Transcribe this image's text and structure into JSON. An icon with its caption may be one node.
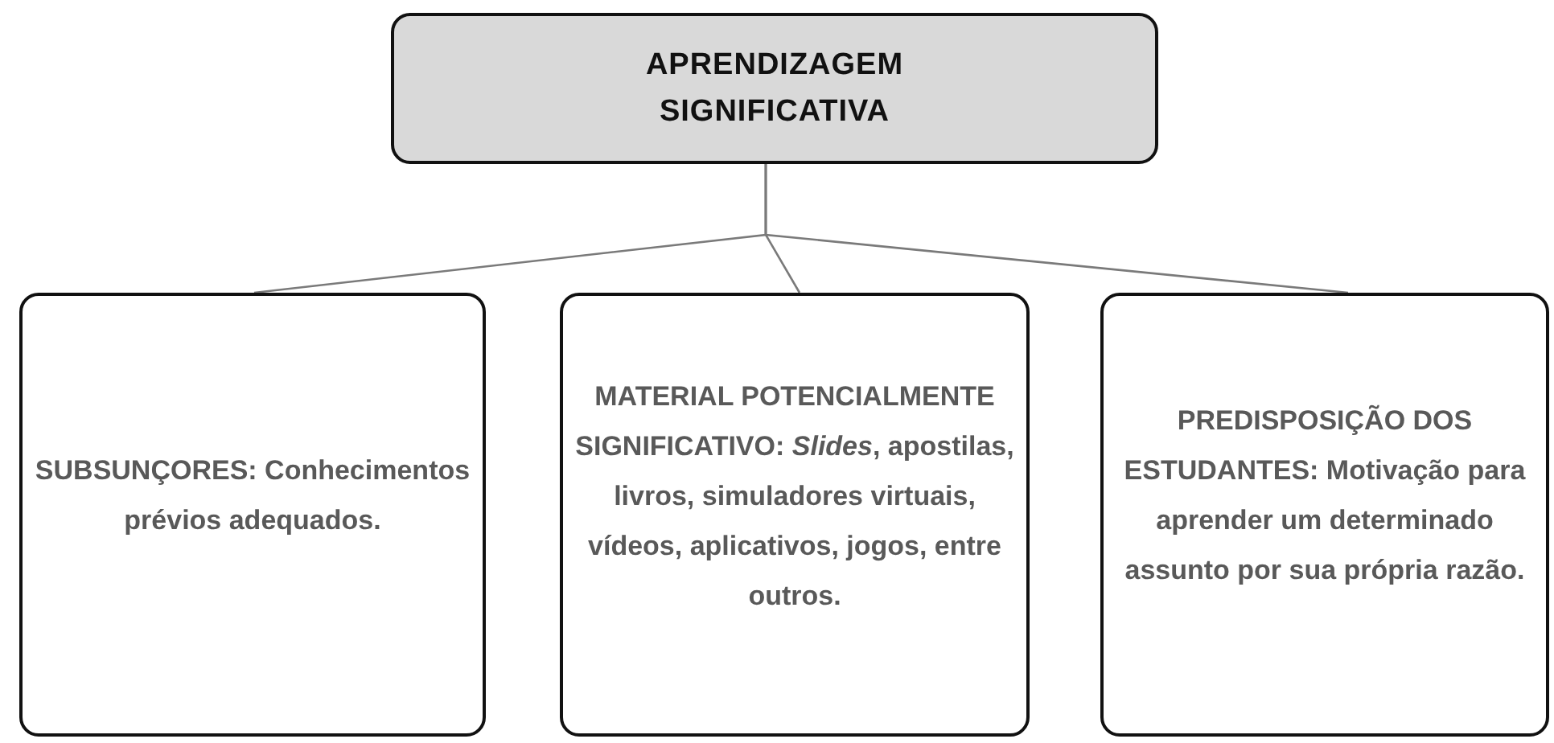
{
  "diagram": {
    "nodes": [
      {
        "text": [
          "APRENDIZAGEM SIGNIFICATIVA"
        ]
      },
      {
        "text": [
          "SUBSUNÇORES: Conhecimentos prévios adequados."
        ]
      },
      {
        "text": [
          "MATERIAL POTENCIALMENTE SIGNIFICATIVO: *Slides*, apostilas, livros, simuladores virtuais, vídeos, aplicativos, jogos, entre outros."
        ]
      },
      {
        "text": [
          "PREDISPOSIÇÃO DOS ESTUDANTES: Motivação para aprender um determinado assunto por sua própria razão."
        ]
      }
    ],
    "edges": [
      {
        "from": 0,
        "to": 1,
        "arrow": "none"
      },
      {
        "from": 0,
        "to": 2,
        "arrow": "none"
      },
      {
        "from": 0,
        "to": 3,
        "arrow": "none"
      }
    ]
  }
}
